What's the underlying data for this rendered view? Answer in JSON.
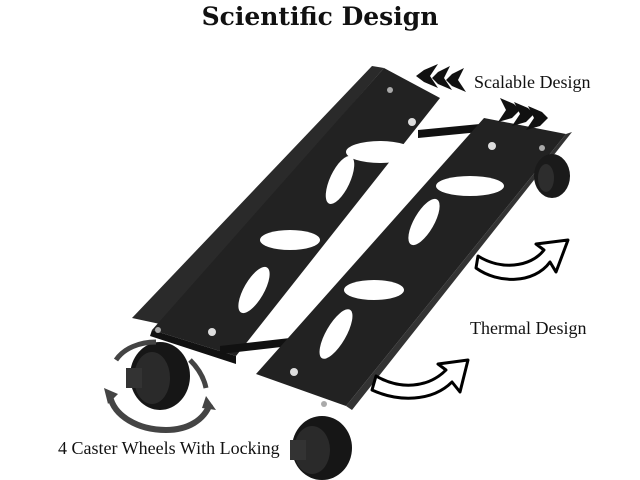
{
  "title": "Scientific Design",
  "labels": {
    "scalable": "Scalable Design",
    "thermal": "Thermal Design",
    "wheels": "4 Caster Wheels With Locking"
  },
  "colors": {
    "metal": "#222222",
    "metal_edge": "#3a3a3a",
    "cutout": "#ffffff",
    "arrow_fill": "#ffffff",
    "arrow_stroke": "#000000",
    "wheel": "#1a1a1a"
  }
}
